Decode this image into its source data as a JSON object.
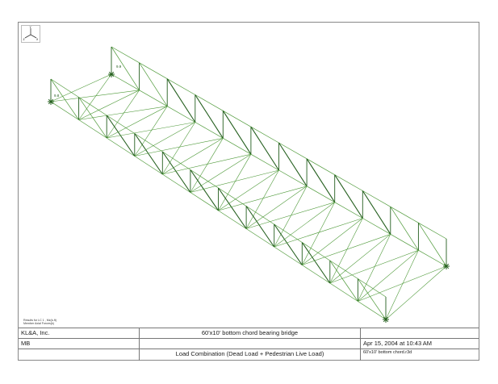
{
  "viewport": {
    "notes": [
      "Results for LC 1 , Mz(k-ft)",
      "Member Axial Forces(k)"
    ],
    "reactions": [
      "9.9",
      "9.8"
    ]
  },
  "title_block": {
    "company": "KL&A, Inc.",
    "engineer": "MB",
    "project_title": "60'x10' bottom chord bearing bridge",
    "date": "Apr 15, 2004 at 10:43 AM",
    "load_combination": "Load Combination (Dead Load + Pedestrian Live Load)",
    "file_name": "60'x10' bottom chord.r3d"
  }
}
